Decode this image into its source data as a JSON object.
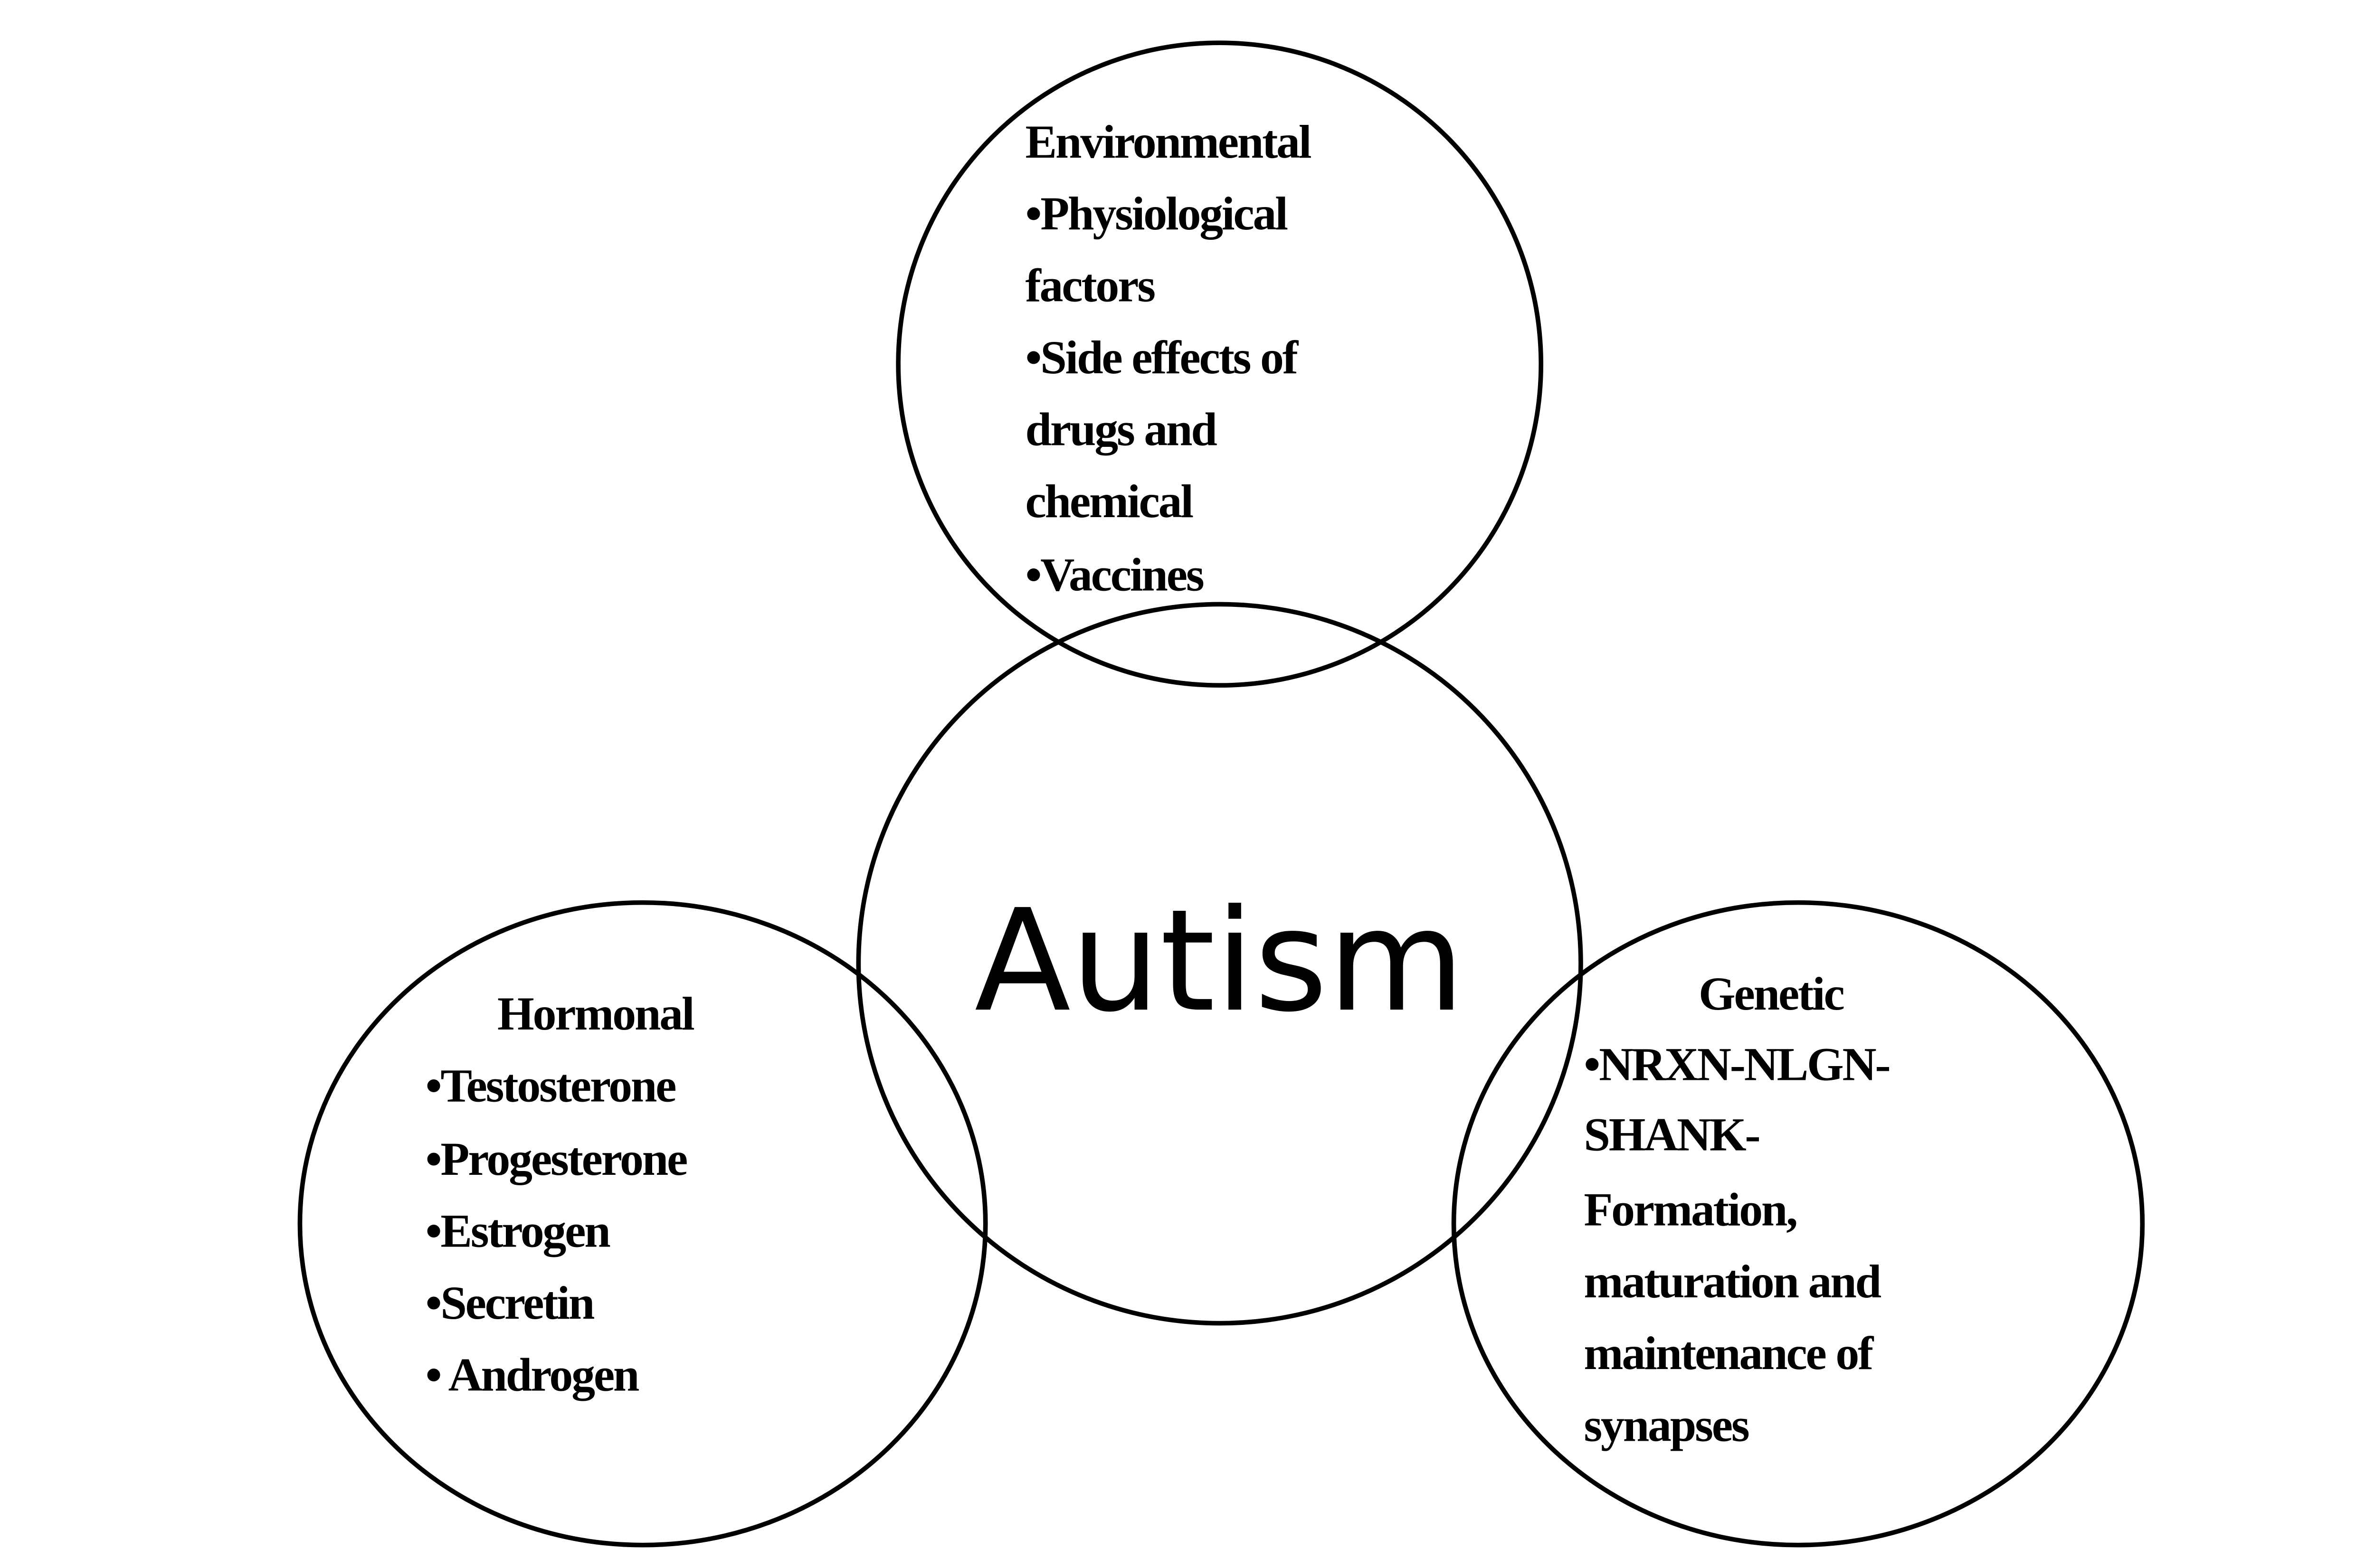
{
  "center": {
    "label": "Autism"
  },
  "environmental": {
    "title": "Environmental",
    "lines": [
      "•Physiological",
      "factors",
      "•Side effects of",
      "drugs and",
      "chemical",
      "•Vaccines"
    ]
  },
  "hormonal": {
    "title": "Hormonal",
    "lines": [
      "•Testosterone",
      "•Progesterone",
      "•Estrogen",
      "•Secretin",
      "• Androgen"
    ]
  },
  "genetic": {
    "title": "Genetic",
    "lines": [
      "•NRXN-NLGN-",
      "SHANK-",
      "Formation,",
      "maturation and",
      "maintenance of",
      "synapses"
    ]
  }
}
